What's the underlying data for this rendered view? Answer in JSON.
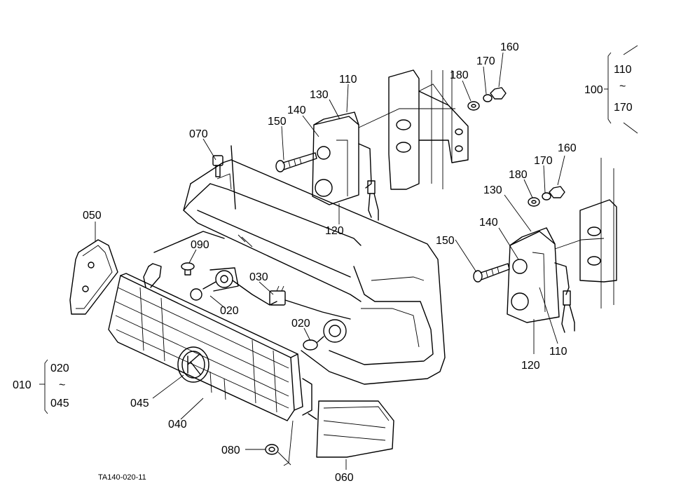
{
  "labels": {
    "c070": "070",
    "c050": "050",
    "c090": "090",
    "c030": "030",
    "c020a": "020",
    "c020b": "020",
    "c045": "045",
    "c040": "040",
    "c080": "080",
    "c060": "060",
    "c150a": "150",
    "c140a": "140",
    "c130a": "130",
    "c110a": "110",
    "c120a": "120",
    "c180a": "180",
    "c170a": "170",
    "c160a": "160",
    "c180b": "180",
    "c170b": "170",
    "c160b": "160",
    "c130b": "130",
    "c140b": "140",
    "c150b": "150",
    "c110b": "110",
    "c120b": "120"
  },
  "groups": {
    "assembly_010": {
      "code": "010",
      "from": "020",
      "tilde": "~",
      "to": "045"
    },
    "assembly_100": {
      "code": "100",
      "from": "110",
      "tilde": "~",
      "to": "170"
    }
  },
  "figure_code": "TA140-020-11"
}
